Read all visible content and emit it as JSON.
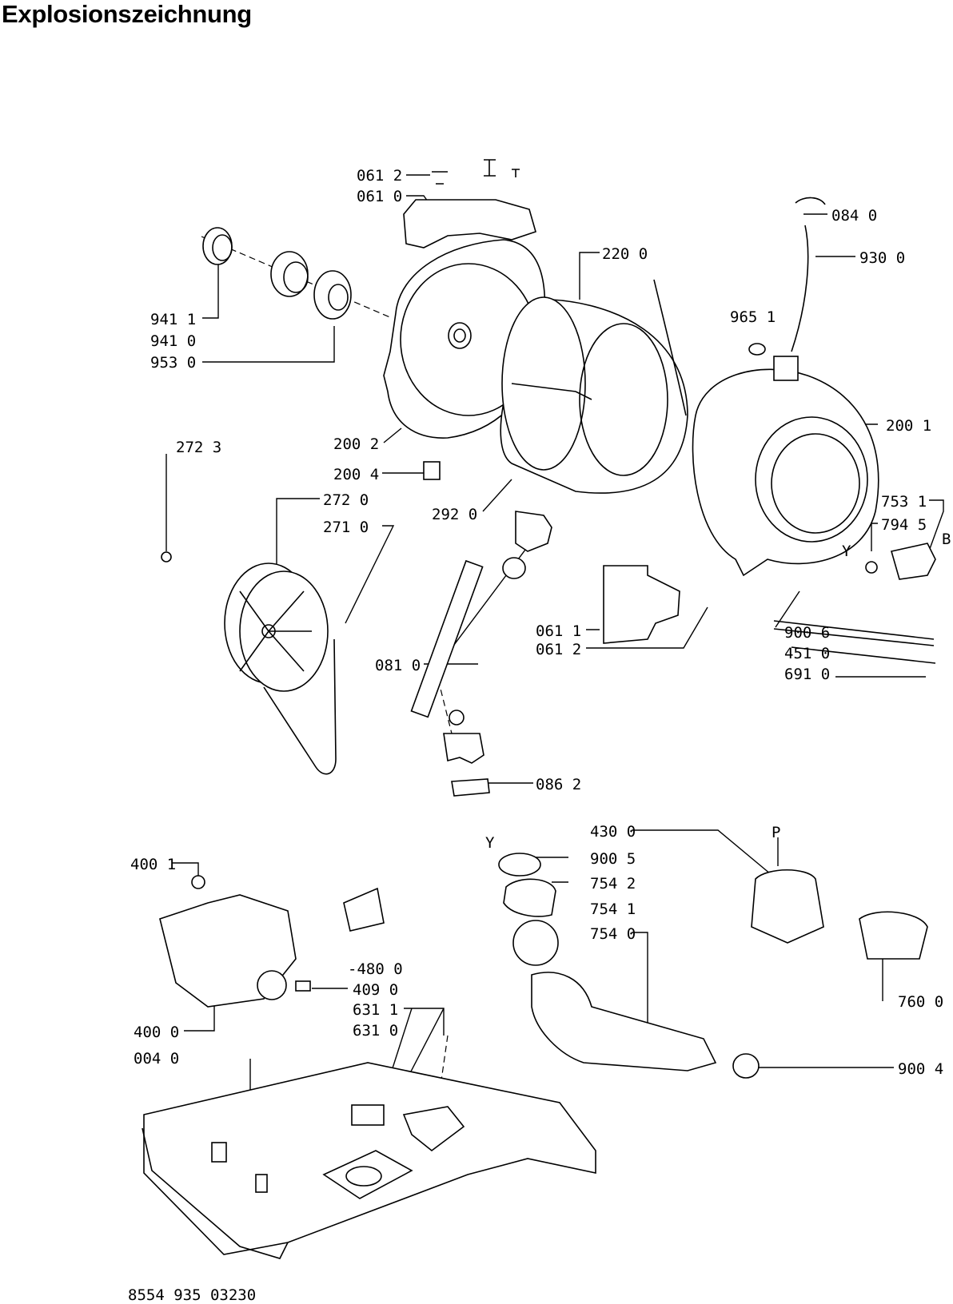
{
  "title": "Explosionszeichnung",
  "doc_number": "8554 935 03230",
  "callouts": {
    "c0612a": "061 2",
    "c0610": "061 0",
    "c0840": "084 0",
    "c2200": "220 0",
    "c9300": "930 0",
    "c9651": "965 1",
    "c9411": "941 1",
    "c9410": "941 0",
    "c9530": "953 0",
    "c2002": "200 2",
    "c2001": "200 1",
    "c2723": "272 3",
    "c2004": "200 4",
    "c2720": "272 0",
    "c2710": "271 0",
    "c2920": "292 0",
    "c7531": "753 1",
    "c7945": "794 5",
    "cB": "B",
    "cY1": "Y",
    "c0810": "081 0",
    "c0611": "061 1",
    "c0612b": "061 2",
    "c9006": "900 6",
    "c4510": "451 0",
    "c6910": "691 0",
    "c0862": "086 2",
    "c4300": "430 0",
    "cP": "P",
    "cY2": "Y",
    "c9005": "900 5",
    "c7542": "754 2",
    "c7541": "754 1",
    "c7540": "754 0",
    "c7600": "760 0",
    "c9004": "900 4",
    "c4001": "400 1",
    "c4800": "-480 0",
    "c4090": "409 0",
    "c6311": "631 1",
    "c6310": "631 0",
    "c4000": "400 0",
    "c0040": "004 0"
  }
}
